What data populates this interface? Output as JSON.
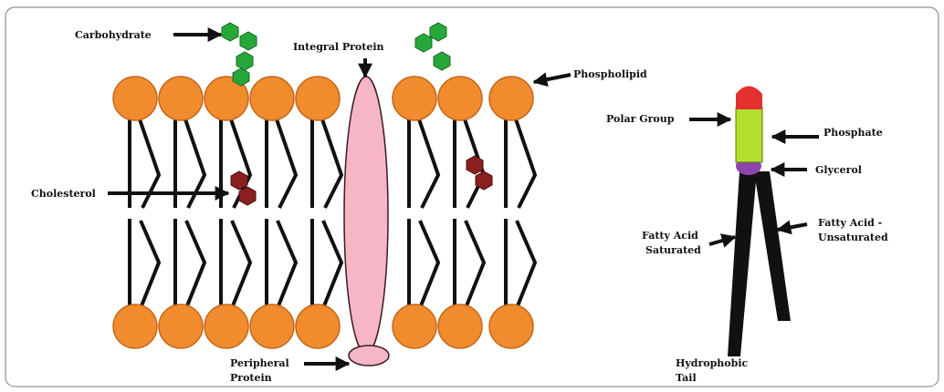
{
  "colors": {
    "head": "#f08c2e",
    "head_stroke": "#c4661a",
    "protein": "#f7b6c6",
    "protein_stroke": "#3a1a22",
    "carb": "#27a73a",
    "cholesterol": "#8b1f1f",
    "polar": "#e53030",
    "phosphate": "#b2df2c",
    "glycerol": "#8e44ad",
    "tail": "#111111",
    "arrow": "#111111"
  },
  "labels": {
    "carbohydrate": "Carbohydrate",
    "integral_protein": "Integral Protein",
    "phospholipid": "Phospholipid",
    "cholesterol": "Cholesterol",
    "peripheral_protein_1": "Peripheral",
    "peripheral_protein_2": "Protein",
    "polar_group": "Polar Group",
    "phosphate": "Phosphate",
    "glycerol": "Glycerol",
    "fatty_acid_saturated_1": "Fatty Acid",
    "fatty_acid_saturated_2": "Saturated",
    "fatty_acid_unsaturated_1": "Fatty Acid -",
    "fatty_acid_unsaturated_2": "Unsaturated",
    "hydrophobic_tail_1": "Hydrophobic",
    "hydrophobic_tail_2": "Tail"
  }
}
